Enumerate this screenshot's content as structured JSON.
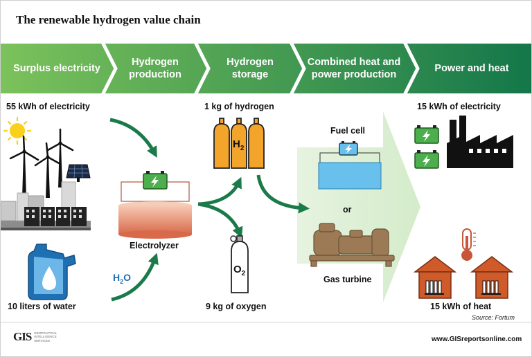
{
  "title": "The renewable hydrogen value chain",
  "steps": [
    {
      "line1": "Surplus electricity",
      "line2": ""
    },
    {
      "line1": "Hydrogen",
      "line2": "production"
    },
    {
      "line1": "Hydrogen",
      "line2": "storage"
    },
    {
      "line1": "Combined heat and",
      "line2": "power production"
    },
    {
      "line1": "Power and heat",
      "line2": ""
    }
  ],
  "labels": {
    "electricity_in": "55 kWh of electricity",
    "water_in": "10 liters of water",
    "h2o": "H",
    "h2o_sub": "2",
    "h2o_tail": "O",
    "electrolyzer": "Electrolyzer",
    "hydrogen": "1 kg of hydrogen",
    "h2_symbol": "H",
    "h2_sub": "2",
    "oxygen": "9 kg of oxygen",
    "o2_symbol": "O",
    "o2_sub": "2",
    "fuel_cell": "Fuel cell",
    "or": "or",
    "gas_turbine": "Gas turbine",
    "electricity_out": "15 kWh of electricity",
    "heat_out": "15 kWh of heat",
    "source": "Source: Fortum"
  },
  "footer": {
    "logo": "GIS",
    "logo_sub": [
      "GEOPOLITICAL",
      "INTELLIGENCE",
      "SERVICES"
    ],
    "url": "www.GISreportsonline.com"
  },
  "colors": {
    "banner_light": "#7cc25b",
    "banner_dark": "#14774a",
    "arrow_green": "#1b7a4a",
    "cylinder": "#f3a42b",
    "battery_green": "#4cae4c",
    "house": "#cf5a2a",
    "turbine": "#9b7a55",
    "fuel_cell": "#69c0ec"
  },
  "icons": [
    "sun-icon",
    "wind-turbine-icon",
    "solar-panel-icon",
    "city-icon",
    "water-jug-icon",
    "battery-icon",
    "electrolyzer-icon",
    "hydrogen-cylinder-icon",
    "oxygen-cylinder-icon",
    "fuel-cell-icon",
    "gas-turbine-icon",
    "factory-icon",
    "thermometer-icon",
    "house-heater-icon",
    "arrow-icon"
  ]
}
